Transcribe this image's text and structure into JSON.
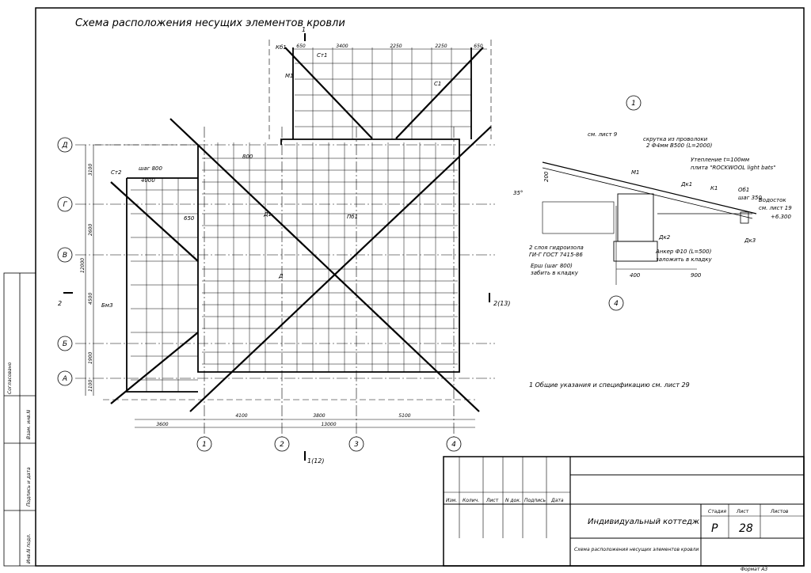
{
  "drawing": {
    "title": "Схема расположения несущих элементов кровли",
    "axes": {
      "horizontal": [
        "Д",
        "Г",
        "В",
        "Б",
        "А"
      ],
      "vertical": [
        "1",
        "2",
        "3",
        "4"
      ]
    },
    "section_marks": {
      "top": "1",
      "left": "2",
      "right": "2(13)",
      "bottom": "1(12)"
    },
    "bottom_dimensions": [
      "4100",
      "3800",
      "5100",
      "13000",
      "3600"
    ],
    "top_dimensions": [
      "650",
      "3400",
      "2250",
      "2250",
      "650"
    ],
    "left_dimensions": [
      "3100",
      "2600",
      "4500",
      "1900",
      "1100",
      "12000"
    ],
    "member_labels": [
      "Кб1",
      "Ст1",
      "М1",
      "С1",
      "Д1",
      "Пб1",
      "Ст2",
      "Бм3",
      "Д"
    ],
    "step_label": "шаг 800",
    "dim_4000": "4000",
    "dim_650": "650",
    "spacing": "800",
    "note": "1  Общие указания и спецификацию см. лист 29"
  },
  "detail": {
    "marker_top": "1",
    "marker_bottom": "4",
    "labels": {
      "see_sheet9": "см. лист 9",
      "wire_twist": "скрутка из проволоки",
      "wire_spec": "2 Ф4мм В500 (L=2000)",
      "m1": "М1",
      "insulation": "Утепление t=100мм",
      "plate": "плита \"ROCKWOOL light bats\"",
      "dk1": "Дк1",
      "k1": "К1",
      "ob1": "Об1",
      "step350": "шаг 350",
      "gutter": "Водосток",
      "see_sheet19": "см. лист 19",
      "level": "+6.300",
      "waterproof1": "2 слоя гидроизола",
      "waterproof2": "ГИ-Г ГОСТ 7415-86",
      "ersh": "Ерш (шаг 800)",
      "ersh2": "забить в кладку",
      "anchor": "Анкер Ф10 (L=500)",
      "anchor2": "заложить в кладку",
      "dk2": "Дк2",
      "dk3": "Дк3",
      "angle": "35°",
      "dim200": "200",
      "dim400": "400",
      "dim900": "900"
    }
  },
  "title_block": {
    "headers": [
      "Изм.",
      "Колич.",
      "Лист",
      "N док.",
      "Подпись",
      "Дата"
    ],
    "project": "Индивидуальный коттедж",
    "sheet_title": "Схема расположения несущих элементов кровли",
    "stage_label": "Стадия",
    "sheet_label": "Лист",
    "sheets_label": "Листов",
    "stage": "Р",
    "sheet": "28",
    "format": "Формат А3"
  },
  "side_stamp": {
    "agreed": "Согласовано",
    "inv_sub": "Взам. инв.N",
    "sign_date": "Подпись и дата",
    "inv_orig": "Инв.N подл."
  }
}
